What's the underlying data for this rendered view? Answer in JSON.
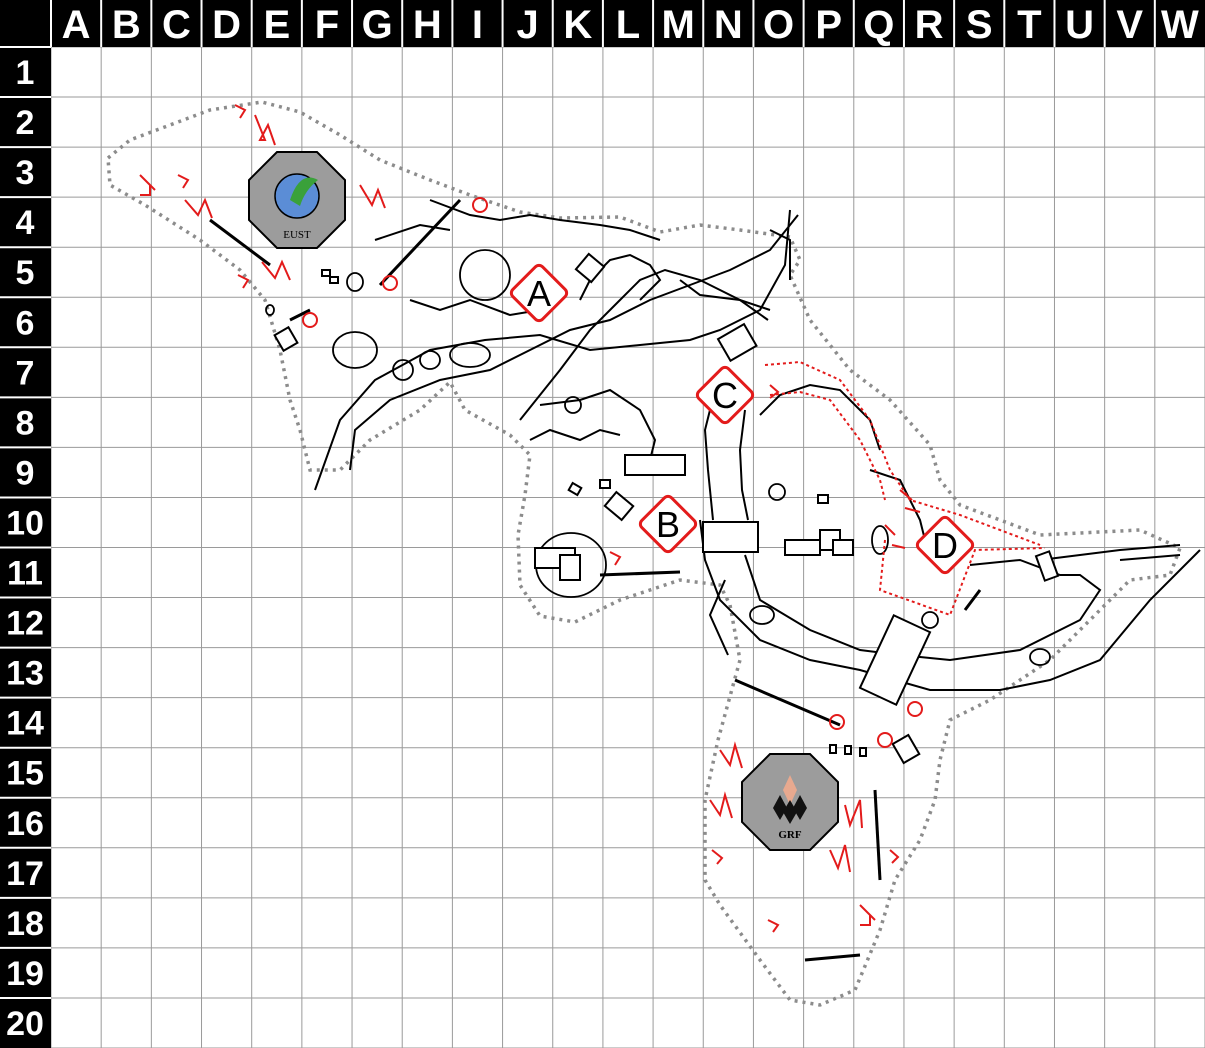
{
  "map": {
    "columns": [
      "A",
      "B",
      "C",
      "D",
      "E",
      "F",
      "G",
      "H",
      "I",
      "J",
      "K",
      "L",
      "M",
      "N",
      "O",
      "P",
      "Q",
      "R",
      "S",
      "T",
      "U",
      "V",
      "W"
    ],
    "rows": [
      "1",
      "2",
      "3",
      "4",
      "5",
      "6",
      "7",
      "8",
      "9",
      "10",
      "11",
      "12",
      "13",
      "14",
      "15",
      "16",
      "17",
      "18",
      "19",
      "20"
    ],
    "objectives": [
      {
        "id": "A",
        "label": "A"
      },
      {
        "id": "B",
        "label": "B"
      },
      {
        "id": "C",
        "label": "C"
      },
      {
        "id": "D",
        "label": "D"
      }
    ],
    "bases": [
      {
        "id": "eust",
        "label": "EUST",
        "icon": "eust-logo-icon"
      },
      {
        "id": "grf",
        "label": "GRF",
        "icon": "grf-logo-icon"
      }
    ],
    "colors": {
      "grid_header": "#000000",
      "grid_lines": "#9a9a9a",
      "boundary": "#8c8c8c",
      "markers": "#e31b1b",
      "base_fill": "#9c9c9c",
      "terrain": "#000000"
    }
  }
}
